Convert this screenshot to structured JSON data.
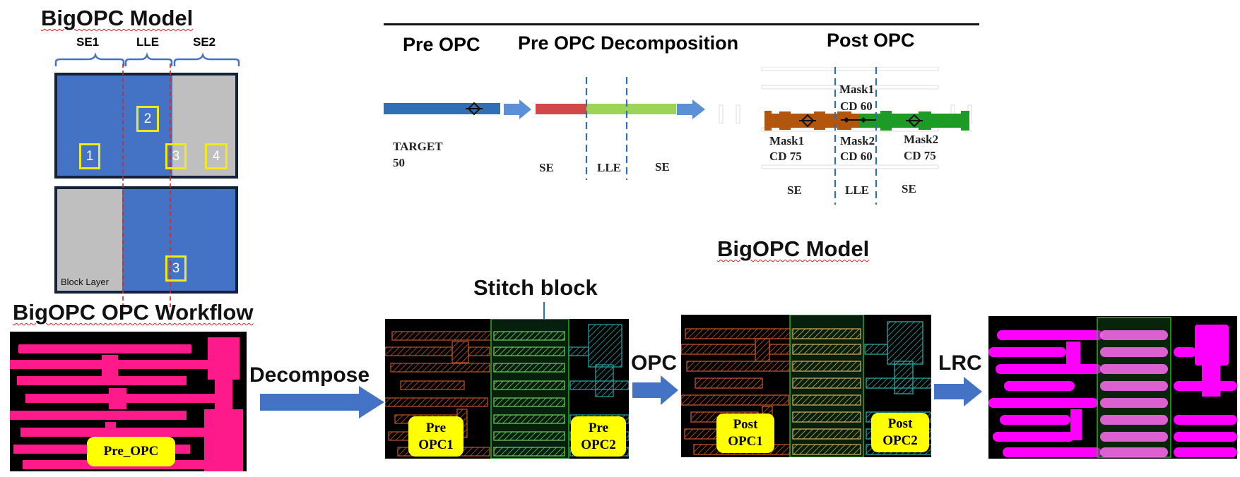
{
  "model_panel": {
    "title": "BigOPC Model",
    "braces": [
      "SE1",
      "LLE",
      "SE2"
    ],
    "boxes": [
      "1",
      "2",
      "3",
      "4",
      "3"
    ],
    "block_layer": "Block Layer"
  },
  "decomp_diagram": {
    "pre_opc": "Pre OPC",
    "pre_opc_decomp": "Pre OPC Decomposition",
    "post_opc": "Post OPC",
    "target": "TARGET",
    "target_value": "50",
    "mid_labels": [
      "SE",
      "LLE",
      "SE"
    ],
    "post_labels": [
      "SE",
      "LLE",
      "SE"
    ],
    "mask1_top": "Mask1",
    "cd_top": "CD 60",
    "mask1_left": "Mask1",
    "cd_left": "CD 75",
    "mask2_mid": "Mask2",
    "cd_mid": "CD 60",
    "mask2_right": "Mask2",
    "cd_right": "CD 75"
  },
  "bigopc_model_label": "BigOPC Model",
  "workflow": {
    "title": "BigOPC OPC Workflow",
    "stitch_block": "Stitch block",
    "steps": [
      "Decompose",
      "OPC",
      "LRC"
    ],
    "pre_opc": "Pre_OPC",
    "pre_opc1": "Pre\nOPC1",
    "pre_opc2": "Pre\nOPC2",
    "post_opc1": "Post\nOPC1",
    "post_opc2": "Post\nOPC2"
  },
  "colors": {
    "blue_fill": "#4472c4",
    "gray_fill": "#bfbfbf",
    "highlight": "#f2ea18",
    "pink": "#ff1a8c",
    "magenta": "#ff00ff",
    "orange_line": "#c0552a",
    "green_line": "#6fcf60",
    "cyan_line": "#2aa8a8"
  }
}
